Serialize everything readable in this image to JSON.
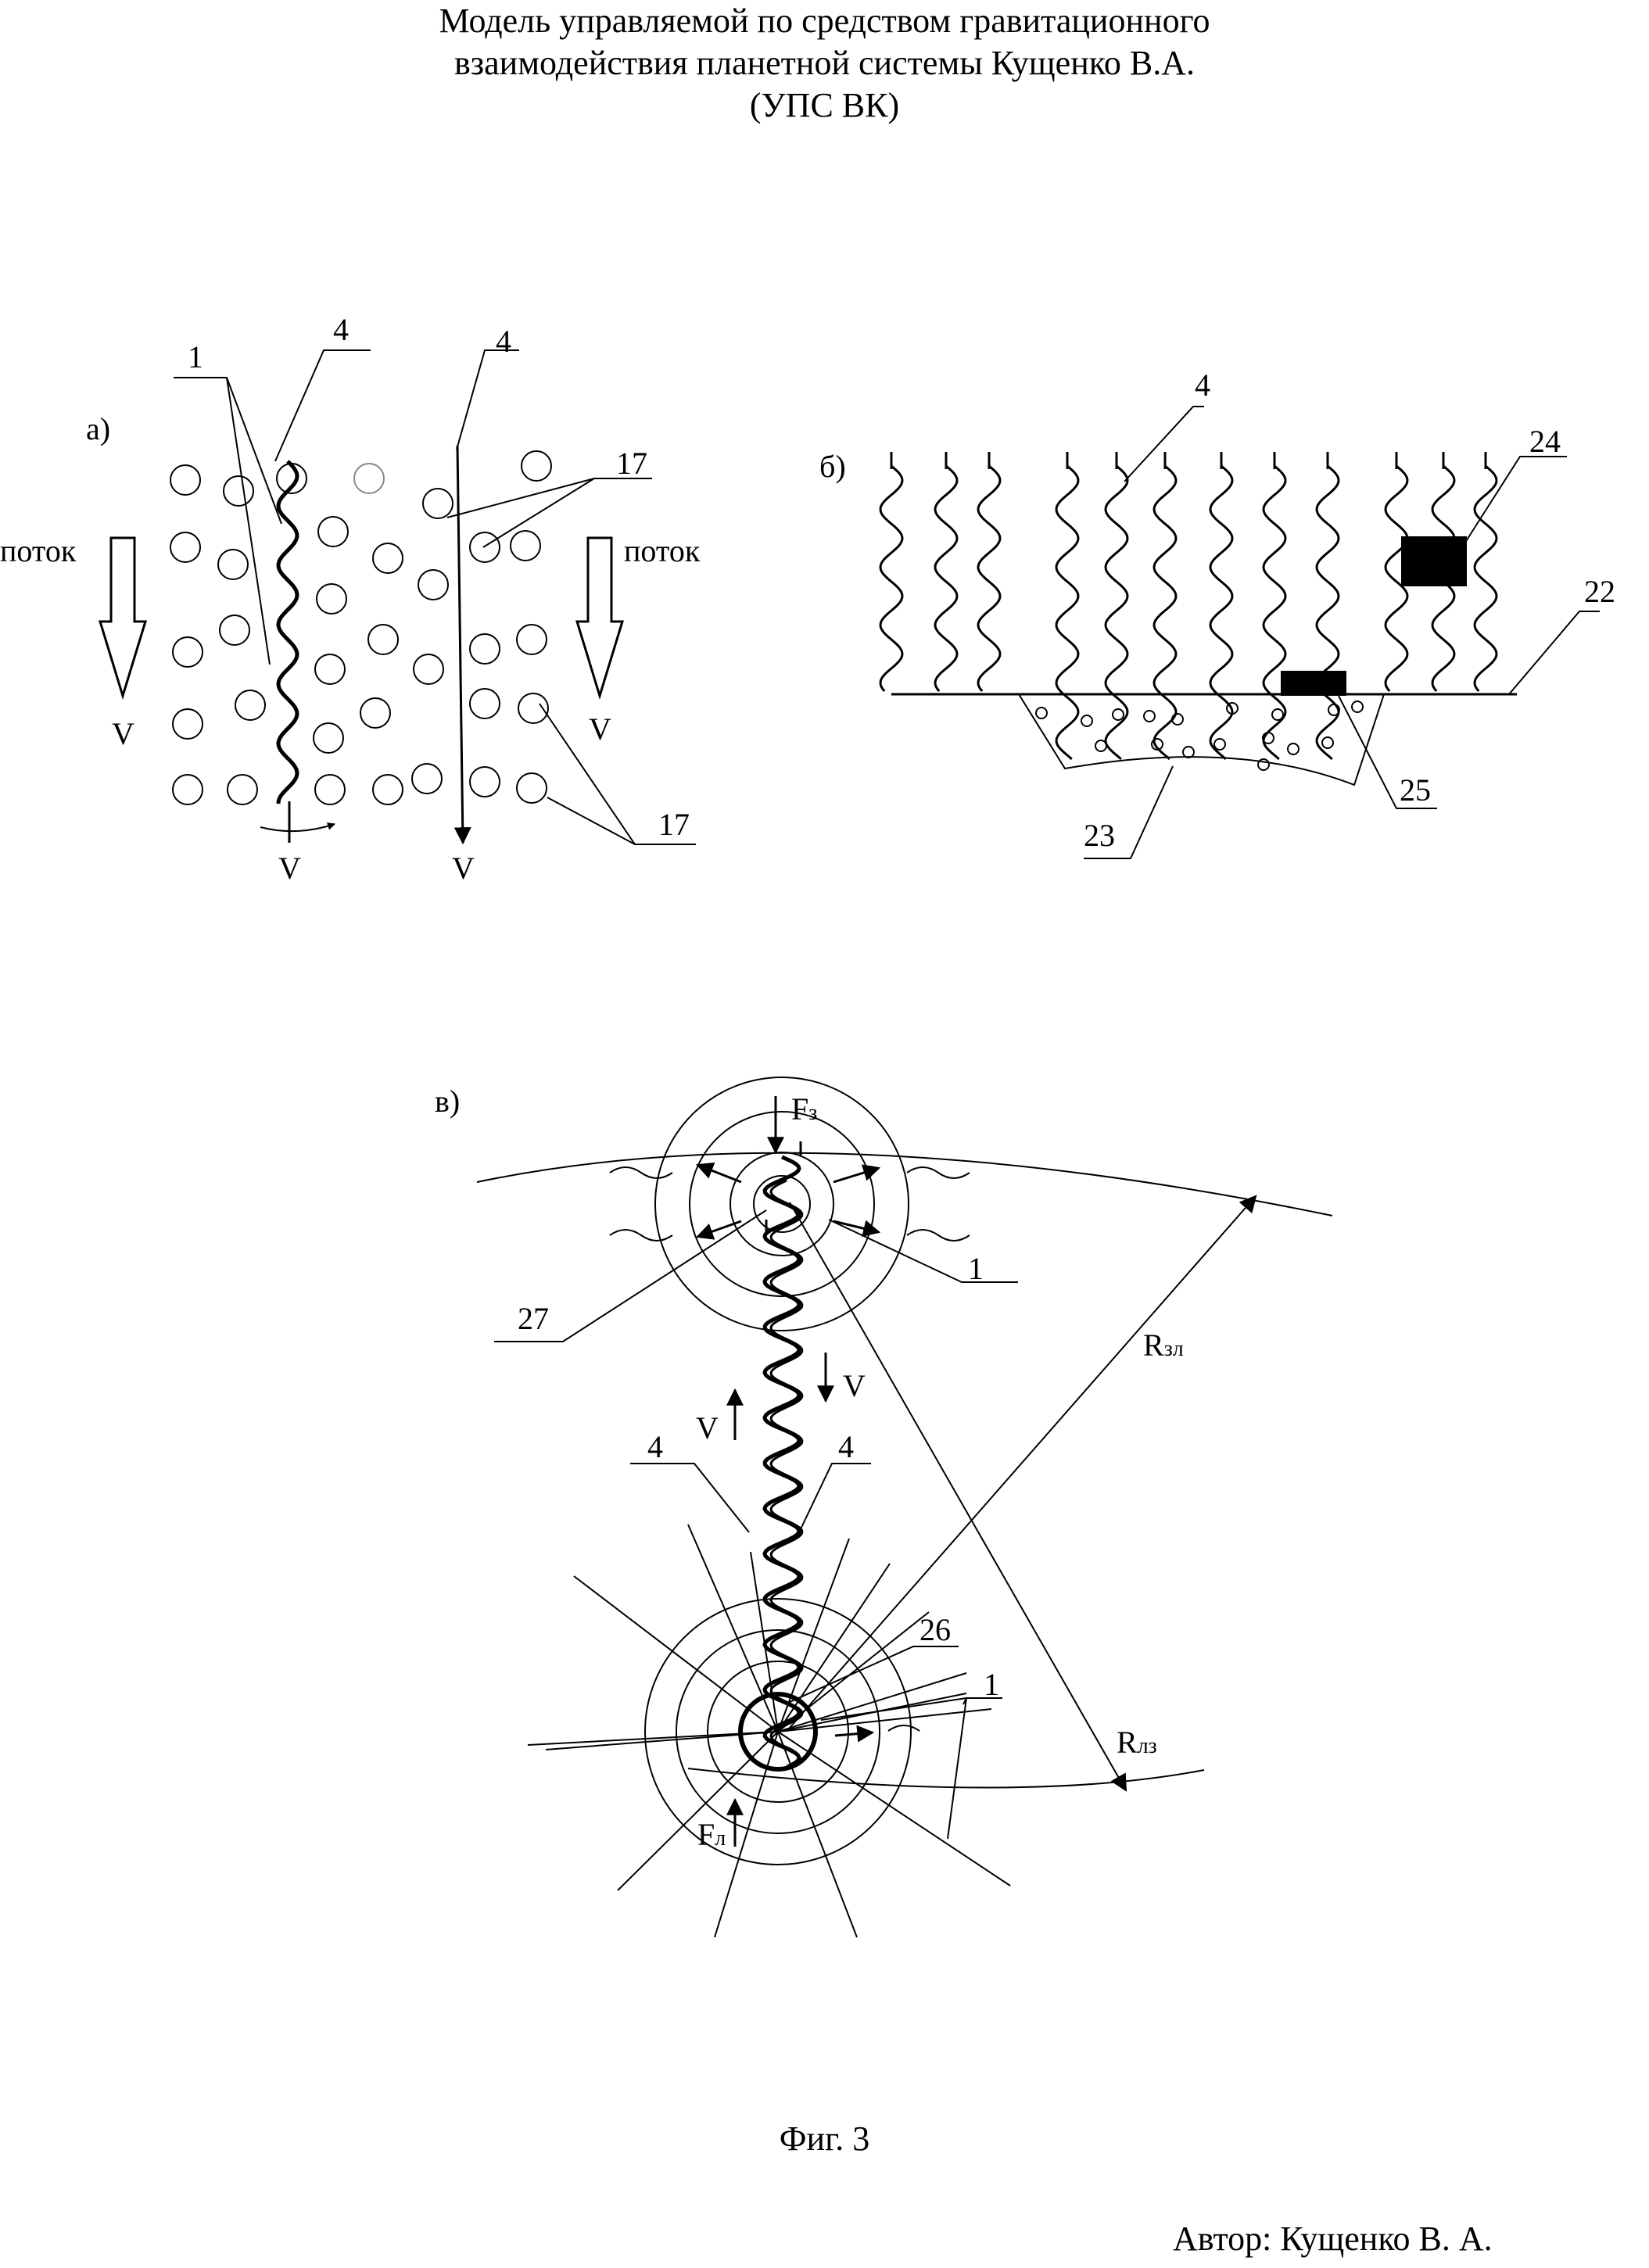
{
  "title": {
    "line1": "Модель управляемой по средством гравитационного",
    "line2": "взаимодействия планетной системы Кущенко В.А.",
    "line3": "(УПС ВК)"
  },
  "panel_a": {
    "label": "а)",
    "flow_left": "поток",
    "flow_right": "поток",
    "v_left_arrow": "V",
    "v_right_arrow": "V",
    "v_wave_bottom": "V",
    "v_line_bottom": "V",
    "ref_1": "1",
    "ref_4_wave": "4",
    "ref_4_line": "4",
    "ref_17_top": "17",
    "ref_17_bottom": "17"
  },
  "panel_b": {
    "label": "б)",
    "ref_4": "4",
    "ref_24": "24",
    "ref_22": "22",
    "ref_25": "25",
    "ref_23": "23"
  },
  "panel_c": {
    "label": "в)",
    "force_top": "F",
    "force_top_sub": "з",
    "force_bottom": "F",
    "force_bottom_sub": "л",
    "ref_1_top": "1",
    "ref_27": "27",
    "v_right": "V",
    "v_left": "V",
    "ref_4_left": "4",
    "ref_4_right": "4",
    "ref_26": "26",
    "ref_1_bottom": "1",
    "radius_1": "R",
    "radius_1_sub": "зл",
    "radius_2": "R",
    "radius_2_sub": "лз"
  },
  "caption": "Фиг. 3",
  "author": "Автор: Кущенко В. А."
}
